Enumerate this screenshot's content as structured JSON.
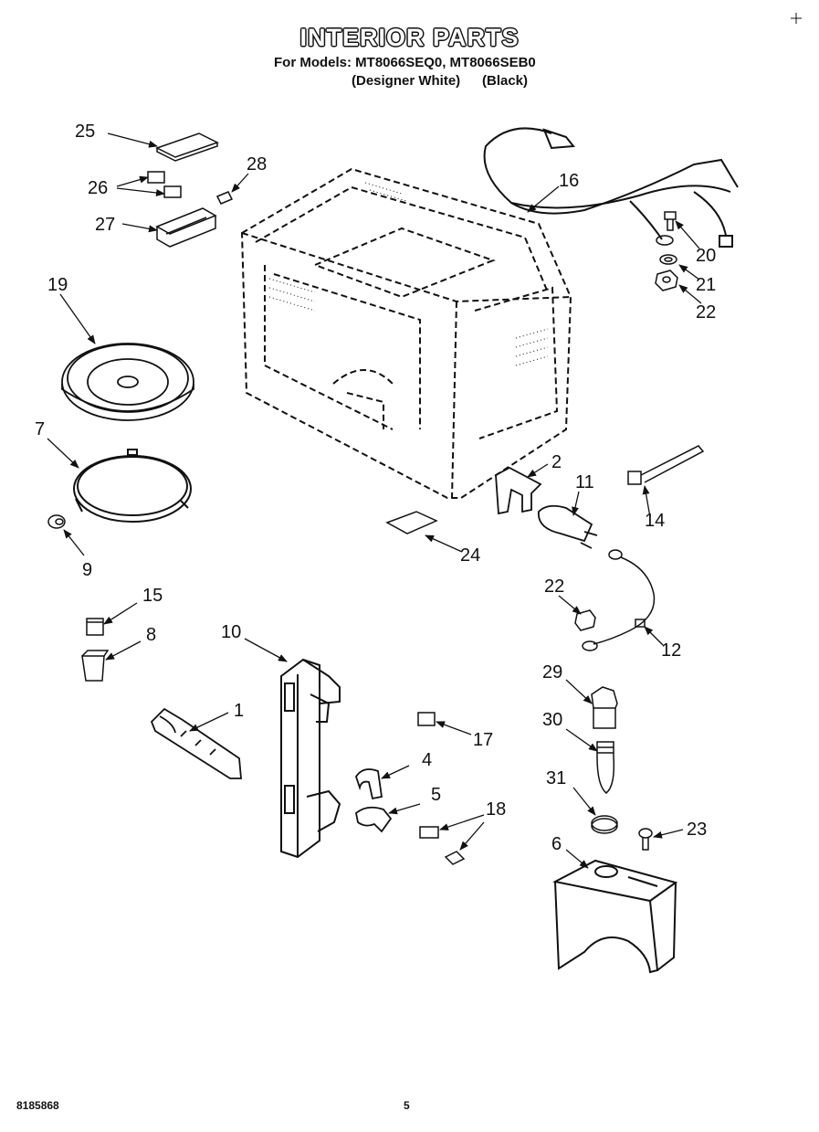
{
  "header": {
    "title": "INTERIOR PARTS",
    "models_line": "For Models: MT8066SEQ0, MT8066SEB0",
    "variant_1": "(Designer White)",
    "variant_2": "(Black)"
  },
  "footer": {
    "doc_number": "8185868",
    "page_number": "5"
  },
  "callouts": {
    "c1": "1",
    "c2": "2",
    "c4": "4",
    "c5": "5",
    "c6": "6",
    "c7": "7",
    "c8": "8",
    "c9": "9",
    "c10": "10",
    "c11": "11",
    "c12": "12",
    "c14": "14",
    "c15": "15",
    "c16": "16",
    "c17": "17",
    "c18": "18",
    "c19": "19",
    "c20": "20",
    "c21": "21",
    "c22a": "22",
    "c22b": "22",
    "c23": "23",
    "c24": "24",
    "c25": "25",
    "c26": "26",
    "c27": "27",
    "c28": "28",
    "c29": "29",
    "c30": "30",
    "c31": "31"
  }
}
